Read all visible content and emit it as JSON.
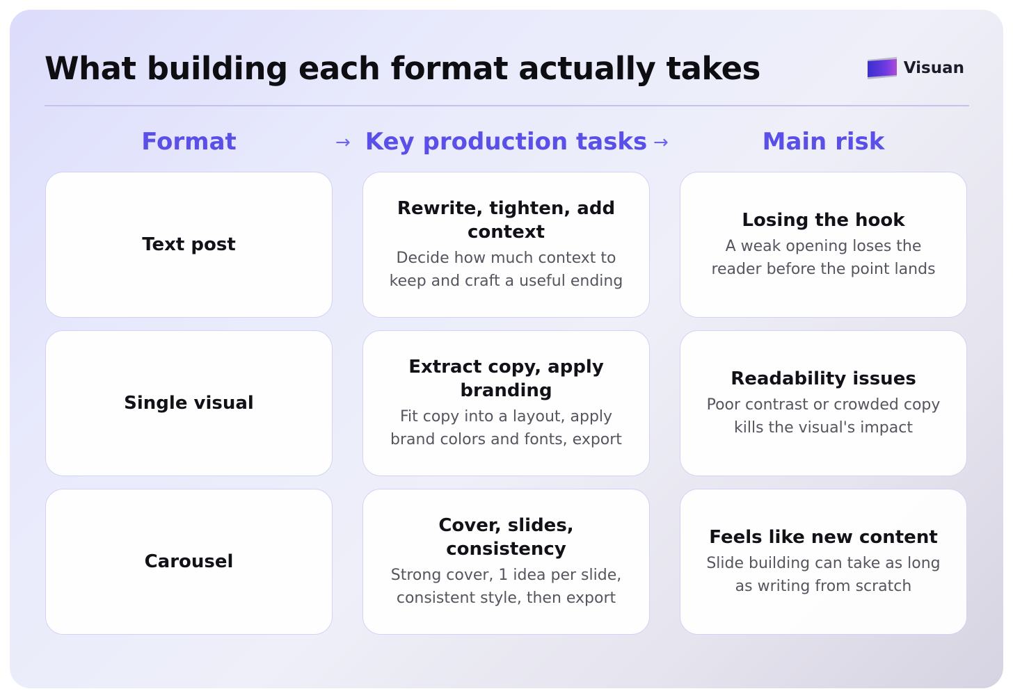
{
  "title": "What building each format actually takes",
  "brand": {
    "name": "Visuan"
  },
  "headers": {
    "format": "Format",
    "tasks": "Key production tasks",
    "risk": "Main risk",
    "arrow": "→"
  },
  "rows": [
    {
      "format": "Text post",
      "task_title": "Rewrite, tighten, add context",
      "task_desc": "Decide how much context to keep and craft a useful ending",
      "risk_title": "Losing the hook",
      "risk_desc": "A weak opening loses the reader before the point lands"
    },
    {
      "format": "Single visual",
      "task_title": "Extract copy, apply branding",
      "task_desc": "Fit copy into a layout, apply brand colors and fonts, export",
      "risk_title": "Readability issues",
      "risk_desc": "Poor contrast or crowded copy kills the visual's impact"
    },
    {
      "format": "Carousel",
      "task_title": "Cover, slides, consistency",
      "task_desc": "Strong cover, 1 idea per slide, consistent style, then export",
      "risk_title": "Feels like new content",
      "risk_desc": "Slide building can take as long as writing from scratch"
    }
  ],
  "colors": {
    "accent": "#5a4fe6",
    "title": "#0d0d12",
    "card_border": "#d4d2f2"
  }
}
